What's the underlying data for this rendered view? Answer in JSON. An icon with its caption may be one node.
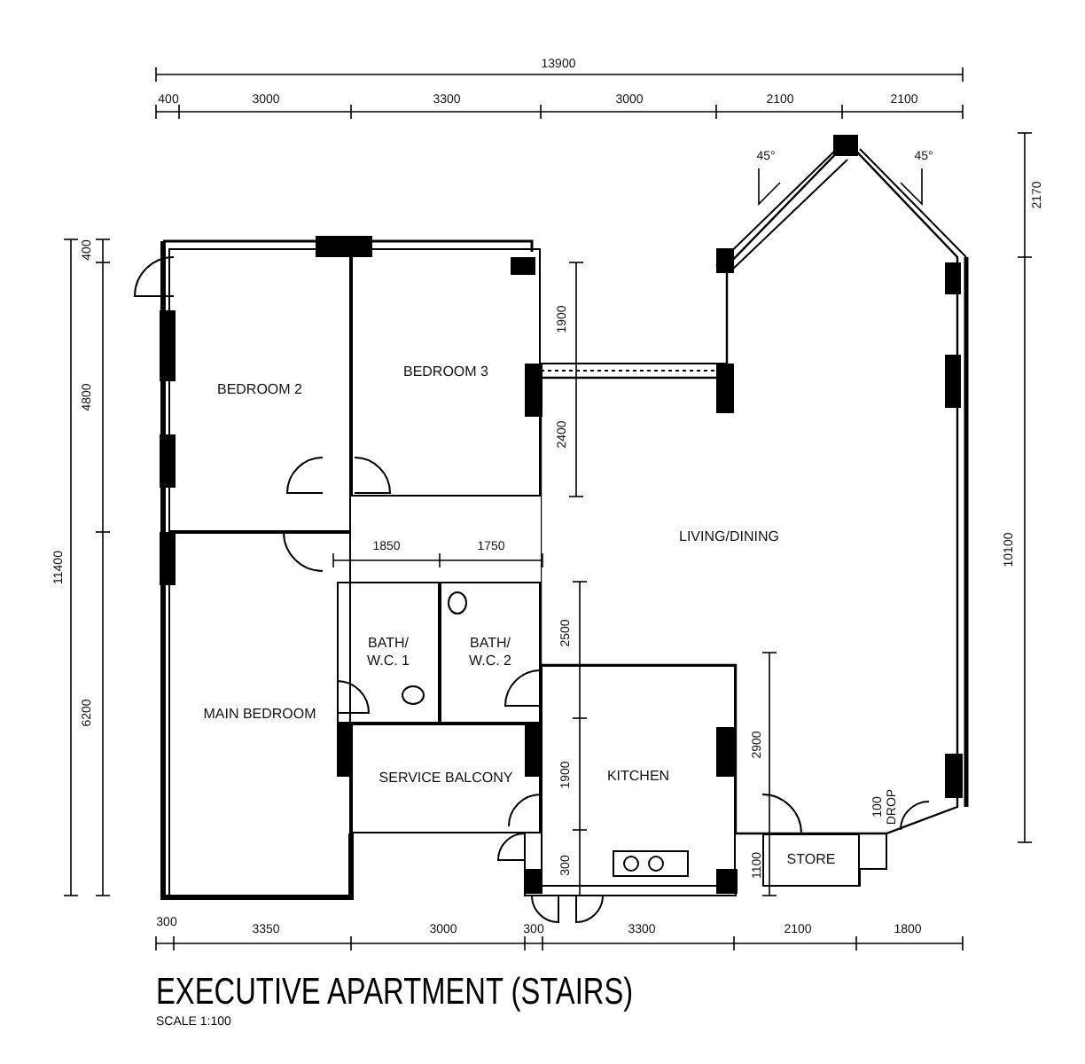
{
  "diagram": {
    "title": "EXECUTIVE APARTMENT (STAIRS)",
    "caption": "SCALE 1:100",
    "nodes": [
      {
        "text": [
          "BEDROOM 2"
        ]
      },
      {
        "text": [
          "BEDROOM 3"
        ]
      },
      {
        "text": [
          "LIVING/DINING"
        ]
      },
      {
        "text": [
          "BATH/ W.C. 1"
        ]
      },
      {
        "text": [
          "BATH/ W.C. 2"
        ]
      },
      {
        "text": [
          "MAIN BEDROOM"
        ]
      },
      {
        "text": [
          "SERVICE BALCONY"
        ]
      },
      {
        "text": [
          "KITCHEN"
        ]
      },
      {
        "text": [
          "STORE"
        ]
      }
    ],
    "labels": [
      "13900",
      "400",
      "3000",
      "3300",
      "3000",
      "2100",
      "2100",
      "45°",
      "45°",
      "2170",
      "400",
      "1900",
      "4800",
      "2400",
      "11400",
      "1850",
      "1750",
      "10100",
      "2500",
      "2900",
      "6200",
      "1900",
      "300",
      "1100",
      "100 DROP",
      "300",
      "3350",
      "3000",
      "300",
      "3300",
      "2100",
      "1800"
    ]
  }
}
